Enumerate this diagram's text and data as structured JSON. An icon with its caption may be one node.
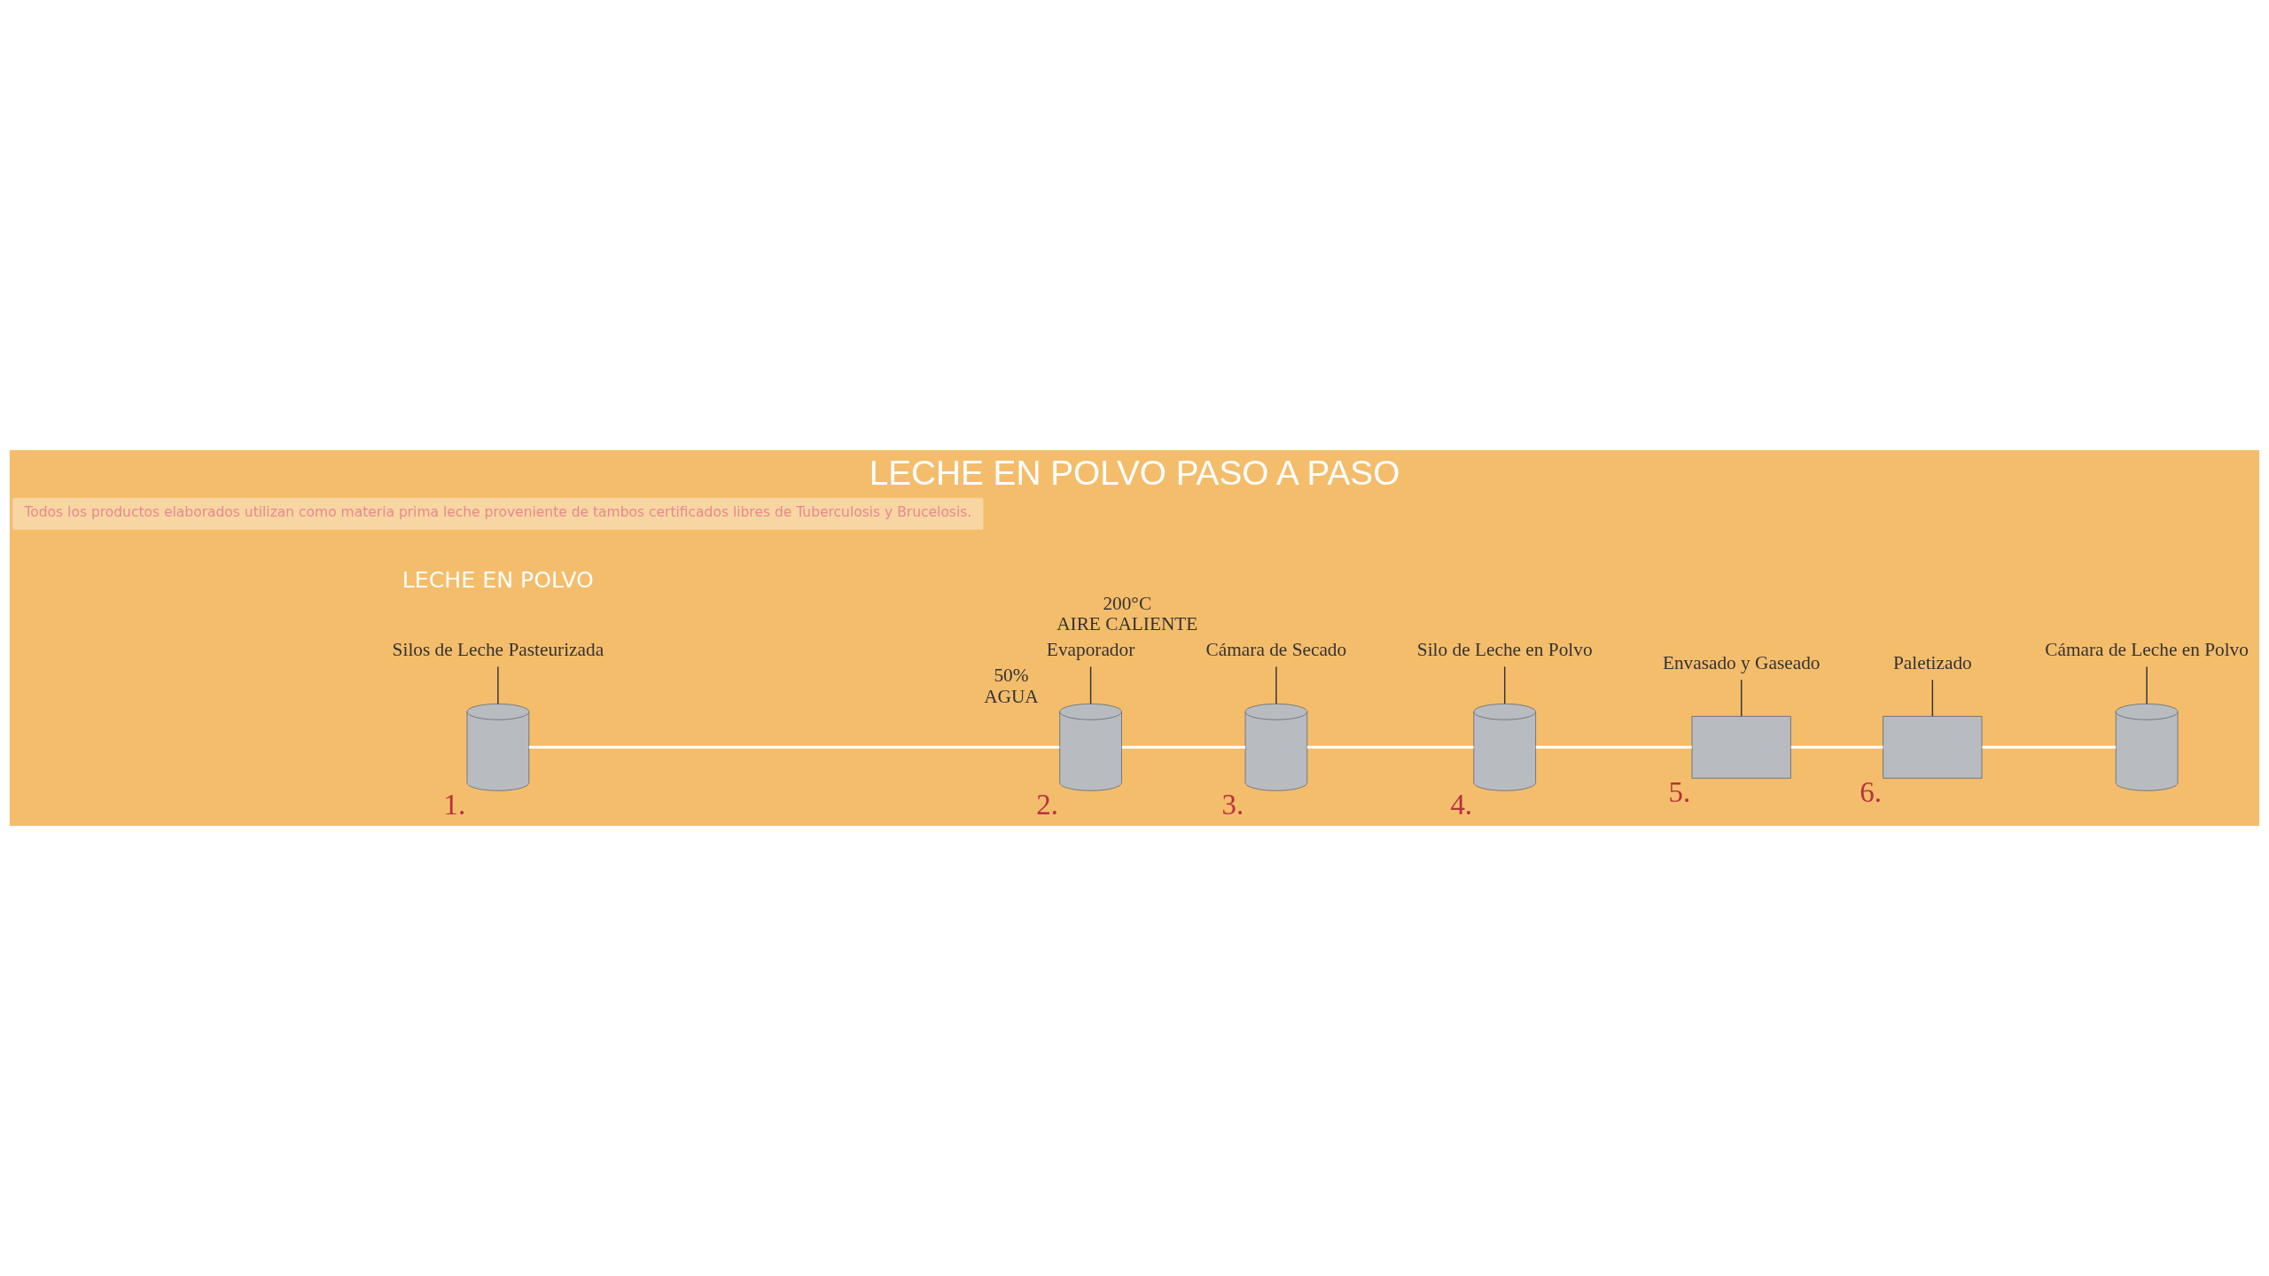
{
  "diagram": {
    "title": "LECHE EN POLVO PASO A PASO",
    "nodes": [
      {
        "text": [],
        "shape": "cylinder",
        "beside": [
          "1."
        ]
      },
      {
        "text": [
          "Silos de Leche Pasteurizada"
        ]
      },
      {
        "text": [],
        "shape": "cylinder",
        "beside": [
          "2."
        ]
      },
      {
        "text": [
          "Evaporador"
        ],
        "beside": [
          "50%",
          "AGUA"
        ]
      },
      {
        "text": [],
        "shape": "cylinder",
        "beside": [
          "3."
        ]
      },
      {
        "text": [
          "Cámara de Secado"
        ],
        "beside": [
          "200°C",
          "AIRE CALIENTE"
        ]
      },
      {
        "text": [],
        "shape": "cylinder",
        "beside": [
          "4."
        ]
      },
      {
        "text": [
          "Silo de Leche en Polvo"
        ]
      },
      {
        "text": [],
        "shape": "box",
        "beside": [
          "5."
        ]
      },
      {
        "text": [
          "Envasado y Gaseado"
        ]
      },
      {
        "text": [],
        "shape": "box",
        "beside": [
          "6."
        ]
      },
      {
        "text": [
          "Paletizado"
        ]
      },
      {
        "text": [],
        "shape": "cylinder"
      },
      {
        "text": [
          "Cámara de Leche en Polvo"
        ]
      }
    ],
    "edges": [
      {
        "from": 1,
        "to": 0,
        "arrow": "none"
      },
      {
        "from": 3,
        "to": 2,
        "arrow": "none"
      },
      {
        "from": 5,
        "to": 4,
        "arrow": "none"
      },
      {
        "from": 7,
        "to": 6,
        "arrow": "none"
      },
      {
        "from": 9,
        "to": 8,
        "arrow": "none"
      },
      {
        "from": 11,
        "to": 10,
        "arrow": "none"
      },
      {
        "from": 13,
        "to": 12,
        "arrow": "none"
      },
      {
        "from": 0,
        "to": 2,
        "arrow": "none",
        "color": "#ffffff"
      },
      {
        "from": 2,
        "to": 4,
        "arrow": "none",
        "color": "#ffffff"
      },
      {
        "from": 4,
        "to": 6,
        "arrow": "none",
        "color": "#ffffff"
      },
      {
        "from": 6,
        "to": 8,
        "arrow": "none",
        "color": "#ffffff"
      },
      {
        "from": 8,
        "to": 10,
        "arrow": "none",
        "color": "#ffffff"
      },
      {
        "from": 10,
        "to": 12,
        "arrow": "none",
        "color": "#ffffff"
      }
    ],
    "labels": [
      "LECHE EN POLVO",
      "Todos los productos elaborados utilizan como materia prima leche proveniente de tambos certificados libres de Tuberculosis y Brucelosis."
    ]
  }
}
